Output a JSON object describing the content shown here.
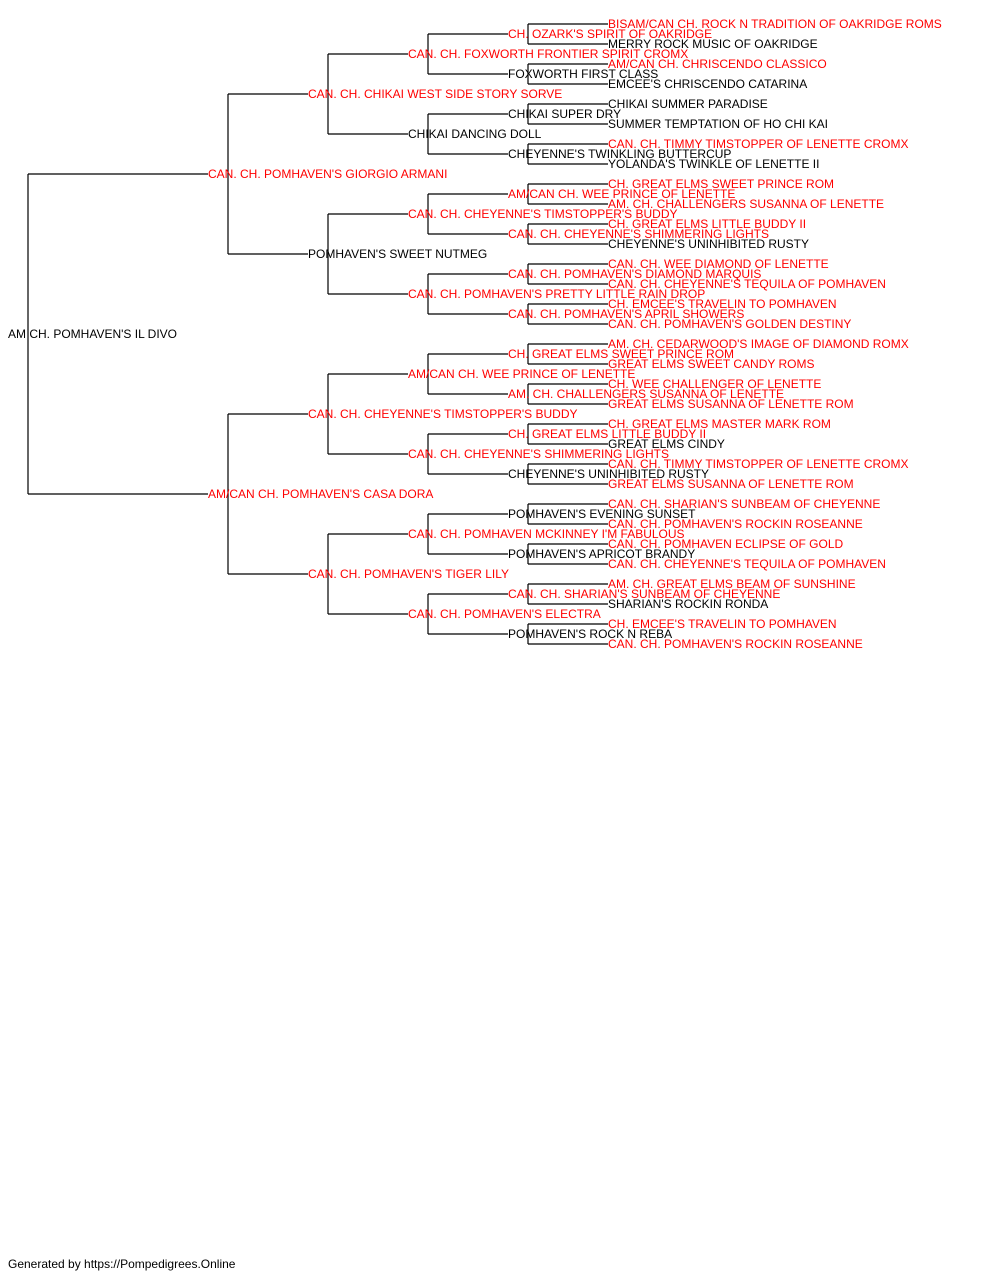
{
  "colors": {
    "champion": "#ff0000",
    "normal": "#000000",
    "line": "#000000"
  },
  "root": {
    "label": "AM CH. POMHAVEN'S IL DIVO",
    "champ": false
  },
  "generations": [
    [
      {
        "label": "CAN. CH. POMHAVEN'S GIORGIO ARMANI",
        "champ": true
      },
      {
        "label": "AM/CAN CH. POMHAVEN'S CASA DORA",
        "champ": true
      }
    ],
    [
      {
        "label": "CAN. CH. CHIKAI WEST SIDE STORY SORVE",
        "champ": true
      },
      {
        "label": "POMHAVEN'S SWEET NUTMEG",
        "champ": false
      },
      {
        "label": "CAN. CH. CHEYENNE'S TIMSTOPPER'S BUDDY",
        "champ": true
      },
      {
        "label": "CAN. CH. POMHAVEN'S TIGER LILY",
        "champ": true
      }
    ],
    [
      {
        "label": "CAN. CH. FOXWORTH FRONTIER SPIRIT CROMX",
        "champ": true
      },
      {
        "label": "CHIKAI DANCING DOLL",
        "champ": false
      },
      {
        "label": "CAN. CH. CHEYENNE'S TIMSTOPPER'S BUDDY",
        "champ": true
      },
      {
        "label": "CAN. CH. POMHAVEN'S PRETTY LITTLE RAIN DROP",
        "champ": true
      },
      {
        "label": "AM/CAN CH. WEE PRINCE OF LENETTE",
        "champ": true
      },
      {
        "label": "CAN. CH. CHEYENNE'S SHIMMERING LIGHTS",
        "champ": true
      },
      {
        "label": "CAN. CH. POMHAVEN MCKINNEY I'M FABULOUS",
        "champ": true
      },
      {
        "label": "CAN. CH. POMHAVEN'S ELECTRA",
        "champ": true
      }
    ],
    [
      {
        "label": "CH. OZARK'S SPIRIT OF OAKRIDGE",
        "champ": true
      },
      {
        "label": "FOXWORTH FIRST CLASS",
        "champ": false
      },
      {
        "label": "CHIKAI SUPER DRY",
        "champ": false
      },
      {
        "label": "CHEYENNE'S TWINKLING BUTTERCUP",
        "champ": false
      },
      {
        "label": "AM/CAN CH. WEE PRINCE OF LENETTE",
        "champ": true
      },
      {
        "label": "CAN. CH. CHEYENNE'S SHIMMERING LIGHTS",
        "champ": true
      },
      {
        "label": "CAN. CH. POMHAVEN'S DIAMOND MARQUIS",
        "champ": true
      },
      {
        "label": "CAN. CH. POMHAVEN'S APRIL SHOWERS",
        "champ": true
      },
      {
        "label": "CH. GREAT ELMS SWEET PRINCE ROM",
        "champ": true
      },
      {
        "label": "AM. CH. CHALLENGERS SUSANNA OF LENETTE",
        "champ": true
      },
      {
        "label": "CH. GREAT ELMS LITTLE BUDDY II",
        "champ": true
      },
      {
        "label": "CHEYENNE'S UNINHIBITED RUSTY",
        "champ": false
      },
      {
        "label": "POMHAVEN'S EVENING SUNSET",
        "champ": false
      },
      {
        "label": "POMHAVEN'S APRICOT BRANDY",
        "champ": false
      },
      {
        "label": "CAN. CH. SHARIAN'S SUNBEAM OF CHEYENNE",
        "champ": true
      },
      {
        "label": "POMHAVEN'S ROCK N REBA",
        "champ": false
      }
    ],
    [
      {
        "label": "BISAM/CAN CH. ROCK N TRADITION OF OAKRIDGE ROMS",
        "champ": true
      },
      {
        "label": "MERRY ROCK MUSIC OF OAKRIDGE",
        "champ": false
      },
      {
        "label": "AM/CAN CH. CHRISCENDO CLASSICO",
        "champ": true
      },
      {
        "label": "EMCEE'S CHRISCENDO CATARINA",
        "champ": false
      },
      {
        "label": "CHIKAI SUMMER PARADISE",
        "champ": false
      },
      {
        "label": "SUMMER TEMPTATION OF HO CHI KAI",
        "champ": false
      },
      {
        "label": "CAN. CH. TIMMY TIMSTOPPER OF LENETTE CROMX",
        "champ": true
      },
      {
        "label": "YOLANDA'S TWINKLE OF LENETTE II",
        "champ": false
      },
      {
        "label": "CH. GREAT ELMS SWEET PRINCE ROM",
        "champ": true
      },
      {
        "label": "AM. CH. CHALLENGERS SUSANNA OF LENETTE",
        "champ": true
      },
      {
        "label": "CH. GREAT ELMS LITTLE BUDDY II",
        "champ": true
      },
      {
        "label": "CHEYENNE'S UNINHIBITED RUSTY",
        "champ": false
      },
      {
        "label": "CAN. CH. WEE DIAMOND OF LENETTE",
        "champ": true
      },
      {
        "label": "CAN. CH. CHEYENNE'S TEQUILA OF POMHAVEN",
        "champ": true
      },
      {
        "label": "CH. EMCEE'S TRAVELIN TO POMHAVEN",
        "champ": true
      },
      {
        "label": "CAN. CH. POMHAVEN'S GOLDEN DESTINY",
        "champ": true
      },
      {
        "label": "AM. CH. CEDARWOOD'S IMAGE OF DIAMOND ROMX",
        "champ": true
      },
      {
        "label": "GREAT ELMS SWEET CANDY ROMS",
        "champ": true
      },
      {
        "label": "CH. WEE CHALLENGER OF LENETTE",
        "champ": true
      },
      {
        "label": "GREAT ELMS SUSANNA OF LENETTE ROM",
        "champ": true
      },
      {
        "label": "CH. GREAT ELMS MASTER MARK ROM",
        "champ": true
      },
      {
        "label": "GREAT ELMS CINDY",
        "champ": false
      },
      {
        "label": "CAN. CH. TIMMY TIMSTOPPER OF LENETTE CROMX",
        "champ": true
      },
      {
        "label": "GREAT ELMS SUSANNA OF LENETTE ROM",
        "champ": true
      },
      {
        "label": "CAN. CH. SHARIAN'S SUNBEAM OF CHEYENNE",
        "champ": true
      },
      {
        "label": "CAN. CH. POMHAVEN'S ROCKIN ROSEANNE",
        "champ": true
      },
      {
        "label": "CAN. CH. POMHAVEN ECLIPSE OF GOLD",
        "champ": true
      },
      {
        "label": "CAN. CH. CHEYENNE'S TEQUILA OF POMHAVEN",
        "champ": true
      },
      {
        "label": "AM. CH. GREAT ELMS BEAM OF SUNSHINE",
        "champ": true
      },
      {
        "label": "SHARIAN'S ROCKIN RONDA",
        "champ": false
      },
      {
        "label": "CH. EMCEE'S TRAVELIN TO POMHAVEN",
        "champ": true
      },
      {
        "label": "CAN. CH. POMHAVEN'S ROCKIN ROSEANNE",
        "champ": true
      }
    ]
  ],
  "footer": "Generated by https://Pompedigrees.Online"
}
